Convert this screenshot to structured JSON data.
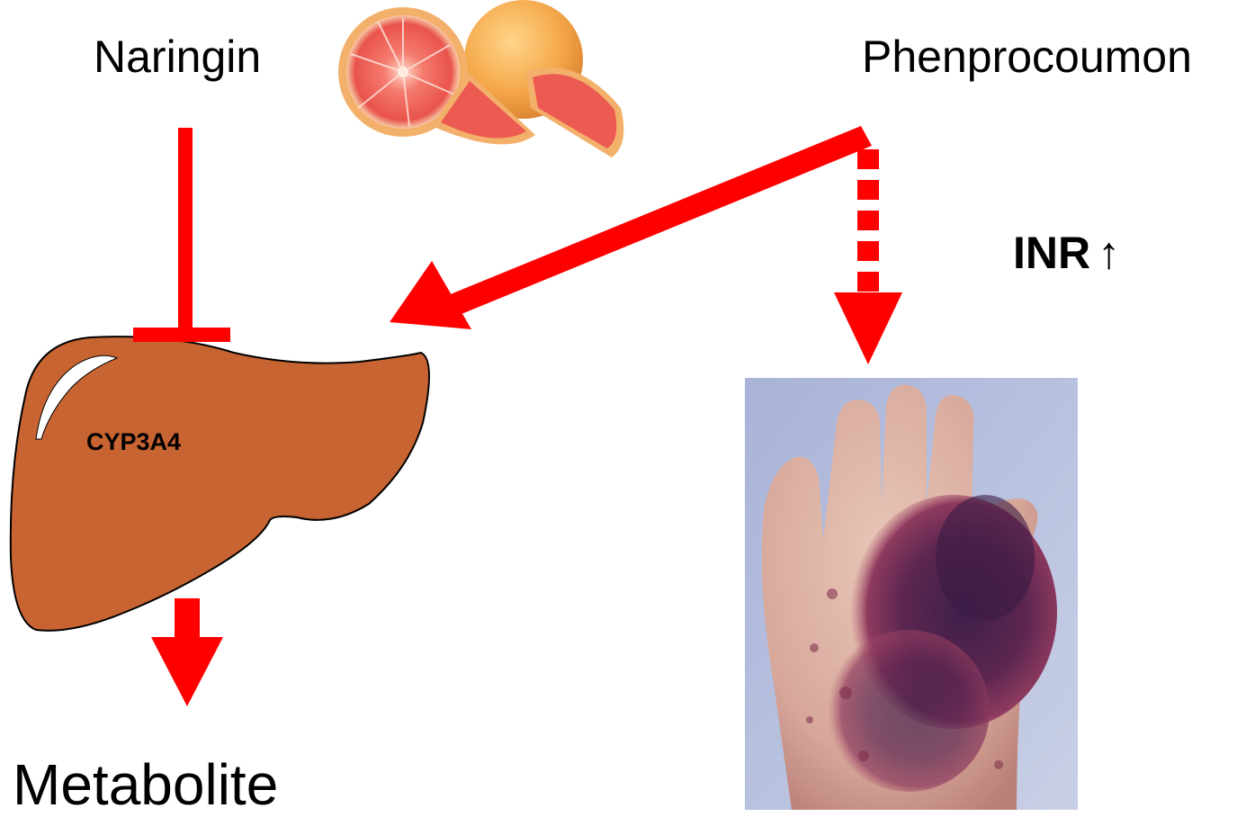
{
  "labels": {
    "naringin": "Naringin",
    "phenprocoumon": "Phenprocoumon",
    "metabolite": "Metabolite",
    "enzyme": "CYP3A4",
    "inr": "INR",
    "inr_arrow": "↑"
  },
  "colors": {
    "arrow": "#ff0000",
    "liver": "#c86432",
    "liver_outline": "#000000",
    "background": "#ffffff"
  },
  "images": {
    "fruit": "grapefruit-image",
    "hand": "bruised-hand-photo"
  }
}
